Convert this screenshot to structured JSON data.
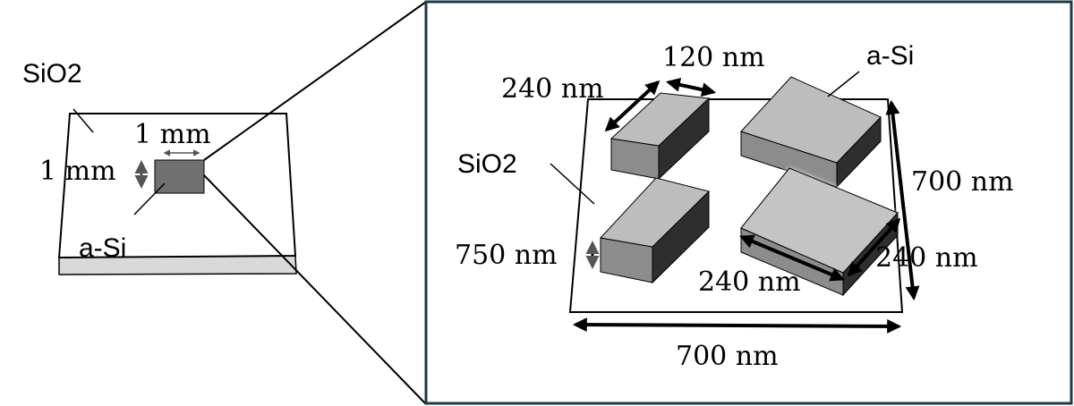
{
  "overview": {
    "substrate_label": "SiO2",
    "film_label": "a-Si",
    "width_label": "1 mm",
    "height_label": "1 mm"
  },
  "detail": {
    "substrate_label": "SiO2",
    "pillar_label": "a-Si",
    "pillar_length_label": "240 nm",
    "pillar_width_label": "120 nm",
    "pillar_height_label": "750 nm",
    "square_side_a_label": "240 nm",
    "square_side_b_label": "240 nm",
    "cell_depth_label": "700 nm",
    "cell_width_label": "700 nm"
  },
  "colors": {
    "frame": "#1f3a44",
    "substrate_top": "#ffffff",
    "substrate_side": "#d9d9d9",
    "block_top": "#bdbdbd",
    "block_front": "#8c8c8c",
    "block_side": "#3a3a3a",
    "film_patch": "#707070"
  }
}
